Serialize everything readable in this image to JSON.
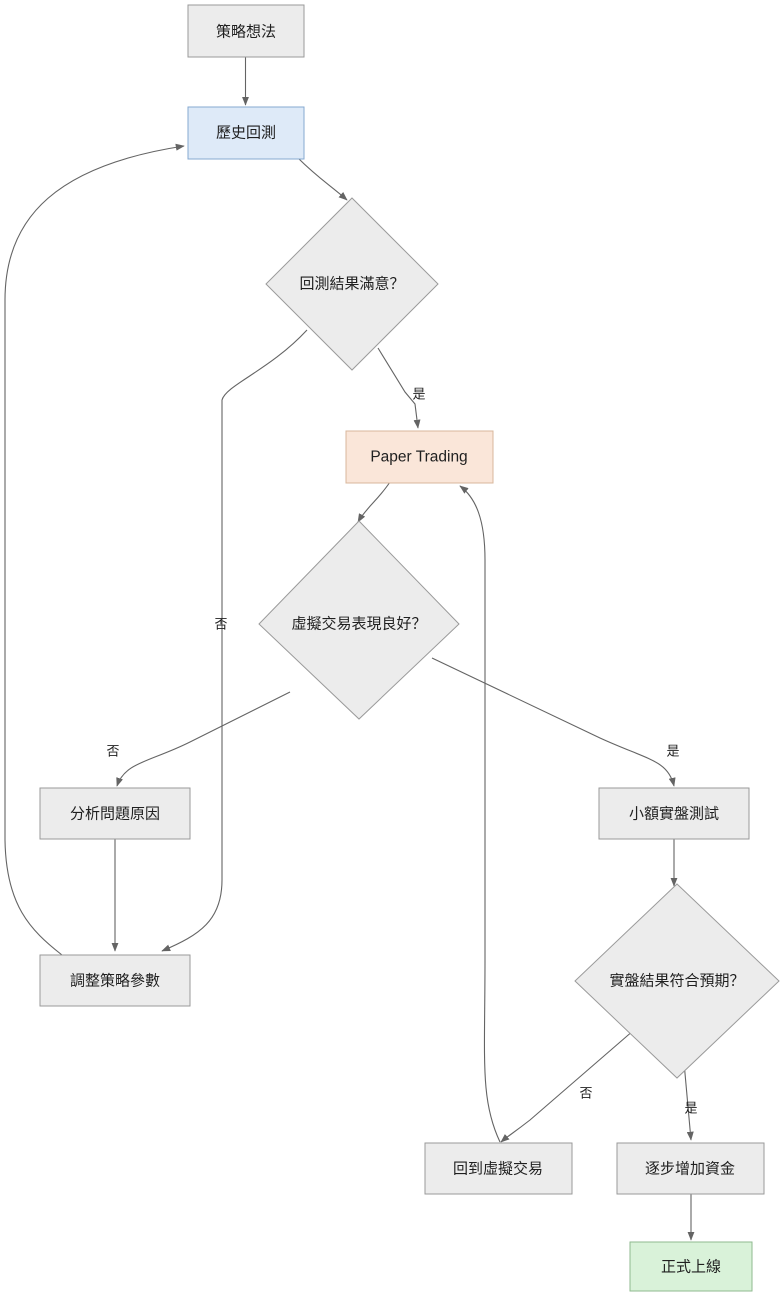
{
  "diagram": {
    "type": "flowchart",
    "title": "",
    "direction": "top-down",
    "colors": {
      "default_fill": "#ececec",
      "default_stroke": "#9a9a9a",
      "backtest_fill": "#deeaf8",
      "backtest_stroke": "#86a9d0",
      "paper_fill": "#fae6d9",
      "paper_stroke": "#d8b79c",
      "live_fill": "#d9f2d9",
      "live_stroke": "#8fba8f",
      "edge_stroke": "#646464",
      "text": "#1f1f1f"
    },
    "nodes": [
      {
        "id": "idea",
        "label": "策略想法",
        "shape": "rect",
        "style": "default"
      },
      {
        "id": "backtest",
        "label": "歷史回測",
        "shape": "rect",
        "style": "backtest"
      },
      {
        "id": "q1",
        "label": "回測結果滿意？",
        "shape": "diamond",
        "style": "default"
      },
      {
        "id": "paper",
        "label": "Paper Trading",
        "shape": "rect",
        "style": "paper"
      },
      {
        "id": "q2",
        "label": "虛擬交易表現良好？",
        "shape": "diamond",
        "style": "default"
      },
      {
        "id": "analyze",
        "label": "分析問題原因",
        "shape": "rect",
        "style": "default"
      },
      {
        "id": "adjust",
        "label": "調整策略參數",
        "shape": "rect",
        "style": "default"
      },
      {
        "id": "smalllive",
        "label": "小額實盤測試",
        "shape": "rect",
        "style": "default"
      },
      {
        "id": "q3",
        "label": "實盤結果符合預期？",
        "shape": "diamond",
        "style": "default"
      },
      {
        "id": "backpaper",
        "label": "回到虛擬交易",
        "shape": "rect",
        "style": "default"
      },
      {
        "id": "scaleup",
        "label": "逐步增加資金",
        "shape": "rect",
        "style": "default"
      },
      {
        "id": "golive",
        "label": "正式上線",
        "shape": "rect",
        "style": "live"
      }
    ],
    "edges": [
      {
        "from": "idea",
        "to": "backtest",
        "label": ""
      },
      {
        "from": "backtest",
        "to": "q1",
        "label": ""
      },
      {
        "from": "q1",
        "to": "paper",
        "label": "是"
      },
      {
        "from": "q1",
        "to": "adjust",
        "label": "否"
      },
      {
        "from": "paper",
        "to": "q2",
        "label": ""
      },
      {
        "from": "q2",
        "to": "analyze",
        "label": "否"
      },
      {
        "from": "q2",
        "to": "smalllive",
        "label": "是"
      },
      {
        "from": "analyze",
        "to": "adjust",
        "label": ""
      },
      {
        "from": "adjust",
        "to": "backtest",
        "label": ""
      },
      {
        "from": "smalllive",
        "to": "q3",
        "label": ""
      },
      {
        "from": "q3",
        "to": "backpaper",
        "label": "否"
      },
      {
        "from": "q3",
        "to": "scaleup",
        "label": "是"
      },
      {
        "from": "backpaper",
        "to": "paper",
        "label": ""
      },
      {
        "from": "scaleup",
        "to": "golive",
        "label": ""
      }
    ],
    "edge_labels": [
      {
        "id": "lbl-q1-yes",
        "text": "是"
      },
      {
        "id": "lbl-q1-no",
        "text": "否"
      },
      {
        "id": "lbl-q2-no",
        "text": "否"
      },
      {
        "id": "lbl-q2-yes",
        "text": "是"
      },
      {
        "id": "lbl-q3-no",
        "text": "否"
      },
      {
        "id": "lbl-q3-yes",
        "text": "是"
      }
    ]
  }
}
